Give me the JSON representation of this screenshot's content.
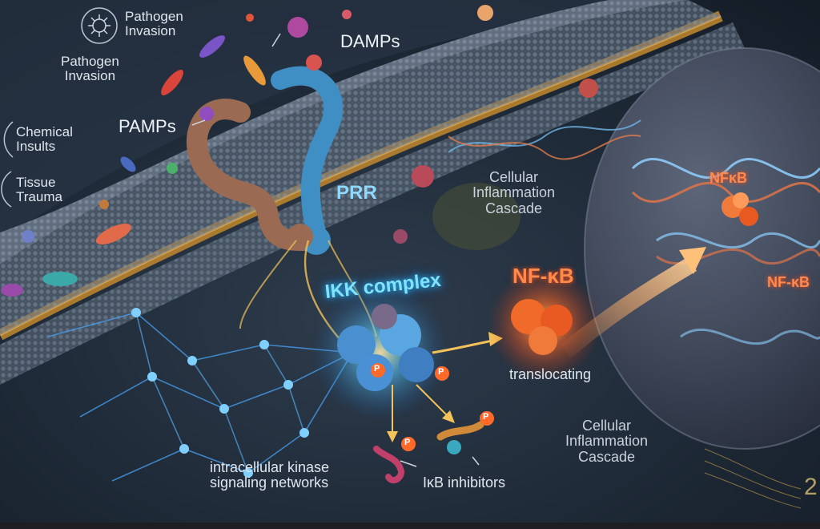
{
  "labels": {
    "pathogen_icon_text": "Pathogen\nInvasion",
    "pathogen_text": "Pathogen\nInvasion",
    "damps": "DAMPs",
    "pamps": "PAMPs",
    "chemical": "Chemical\nInsults",
    "tissue": "Tissue\nTrauma",
    "prr": "PRR",
    "cascade_top": "Cellular\nInflammation\nCascade",
    "ikk": "IKK complex",
    "nfkb_mid": "NF-κB",
    "translocating": "translocating",
    "nfkb_nucleus": "NFκB",
    "nfkb_right": "NF-κB",
    "cascade_bottom": "Cellular\nInflammation\nCascade",
    "kinase": "intracellular kinase\nsignaling networks",
    "ikb": "IκB inhibitors",
    "phospho": "P",
    "corner": "2"
  },
  "icons": {
    "pathogen": "virus-icon",
    "chemical": "circle-bracket-icon",
    "tissue": "circle-bracket-icon"
  },
  "colors": {
    "ikk_glow": "#7fe3ff",
    "nfkb_orange": "#ff7a3c",
    "phosphate": "#ff6a2a",
    "membrane_gold": "#b8832e",
    "nucleus": "#4a5468"
  }
}
